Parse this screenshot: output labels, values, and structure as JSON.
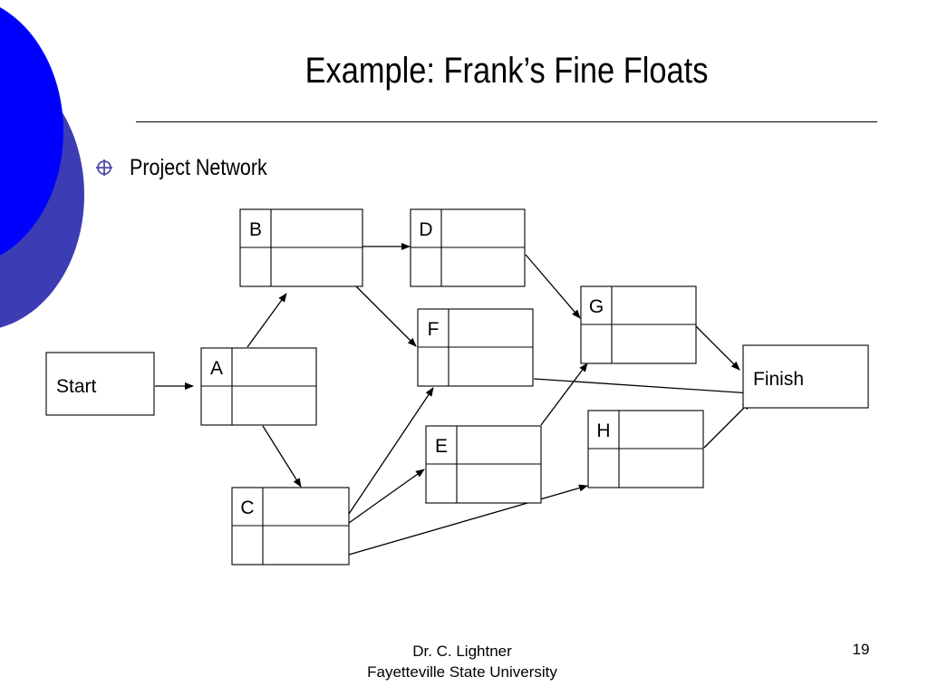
{
  "slide": {
    "title": "Example:  Frank’s Fine Floats",
    "bullet": "Project Network",
    "footer_line1": "Dr. C. Lightner",
    "footer_line2": "Fayetteville State University",
    "page_number": "19"
  },
  "colors": {
    "deco_primary": "#0000ff",
    "deco_secondary": "#3c3cb4",
    "bullet_icon": "#4b4baa"
  },
  "network": {
    "nodes": [
      {
        "id": "start",
        "label": "Start",
        "kind": "terminal"
      },
      {
        "id": "A",
        "label": "A",
        "kind": "activity"
      },
      {
        "id": "B",
        "label": "B",
        "kind": "activity"
      },
      {
        "id": "C",
        "label": "C",
        "kind": "activity"
      },
      {
        "id": "D",
        "label": "D",
        "kind": "activity"
      },
      {
        "id": "E",
        "label": "E",
        "kind": "activity"
      },
      {
        "id": "F",
        "label": "F",
        "kind": "activity"
      },
      {
        "id": "G",
        "label": "G",
        "kind": "activity"
      },
      {
        "id": "H",
        "label": "H",
        "kind": "activity"
      },
      {
        "id": "finish",
        "label": "Finish",
        "kind": "terminal"
      }
    ],
    "edges": [
      {
        "from": "start",
        "to": "A"
      },
      {
        "from": "A",
        "to": "B"
      },
      {
        "from": "A",
        "to": "C"
      },
      {
        "from": "B",
        "to": "D"
      },
      {
        "from": "B",
        "to": "F"
      },
      {
        "from": "D",
        "to": "G"
      },
      {
        "from": "C",
        "to": "F"
      },
      {
        "from": "C",
        "to": "E"
      },
      {
        "from": "C",
        "to": "H"
      },
      {
        "from": "E",
        "to": "G"
      },
      {
        "from": "F",
        "to": "finish"
      },
      {
        "from": "G",
        "to": "finish"
      },
      {
        "from": "H",
        "to": "finish"
      }
    ]
  }
}
